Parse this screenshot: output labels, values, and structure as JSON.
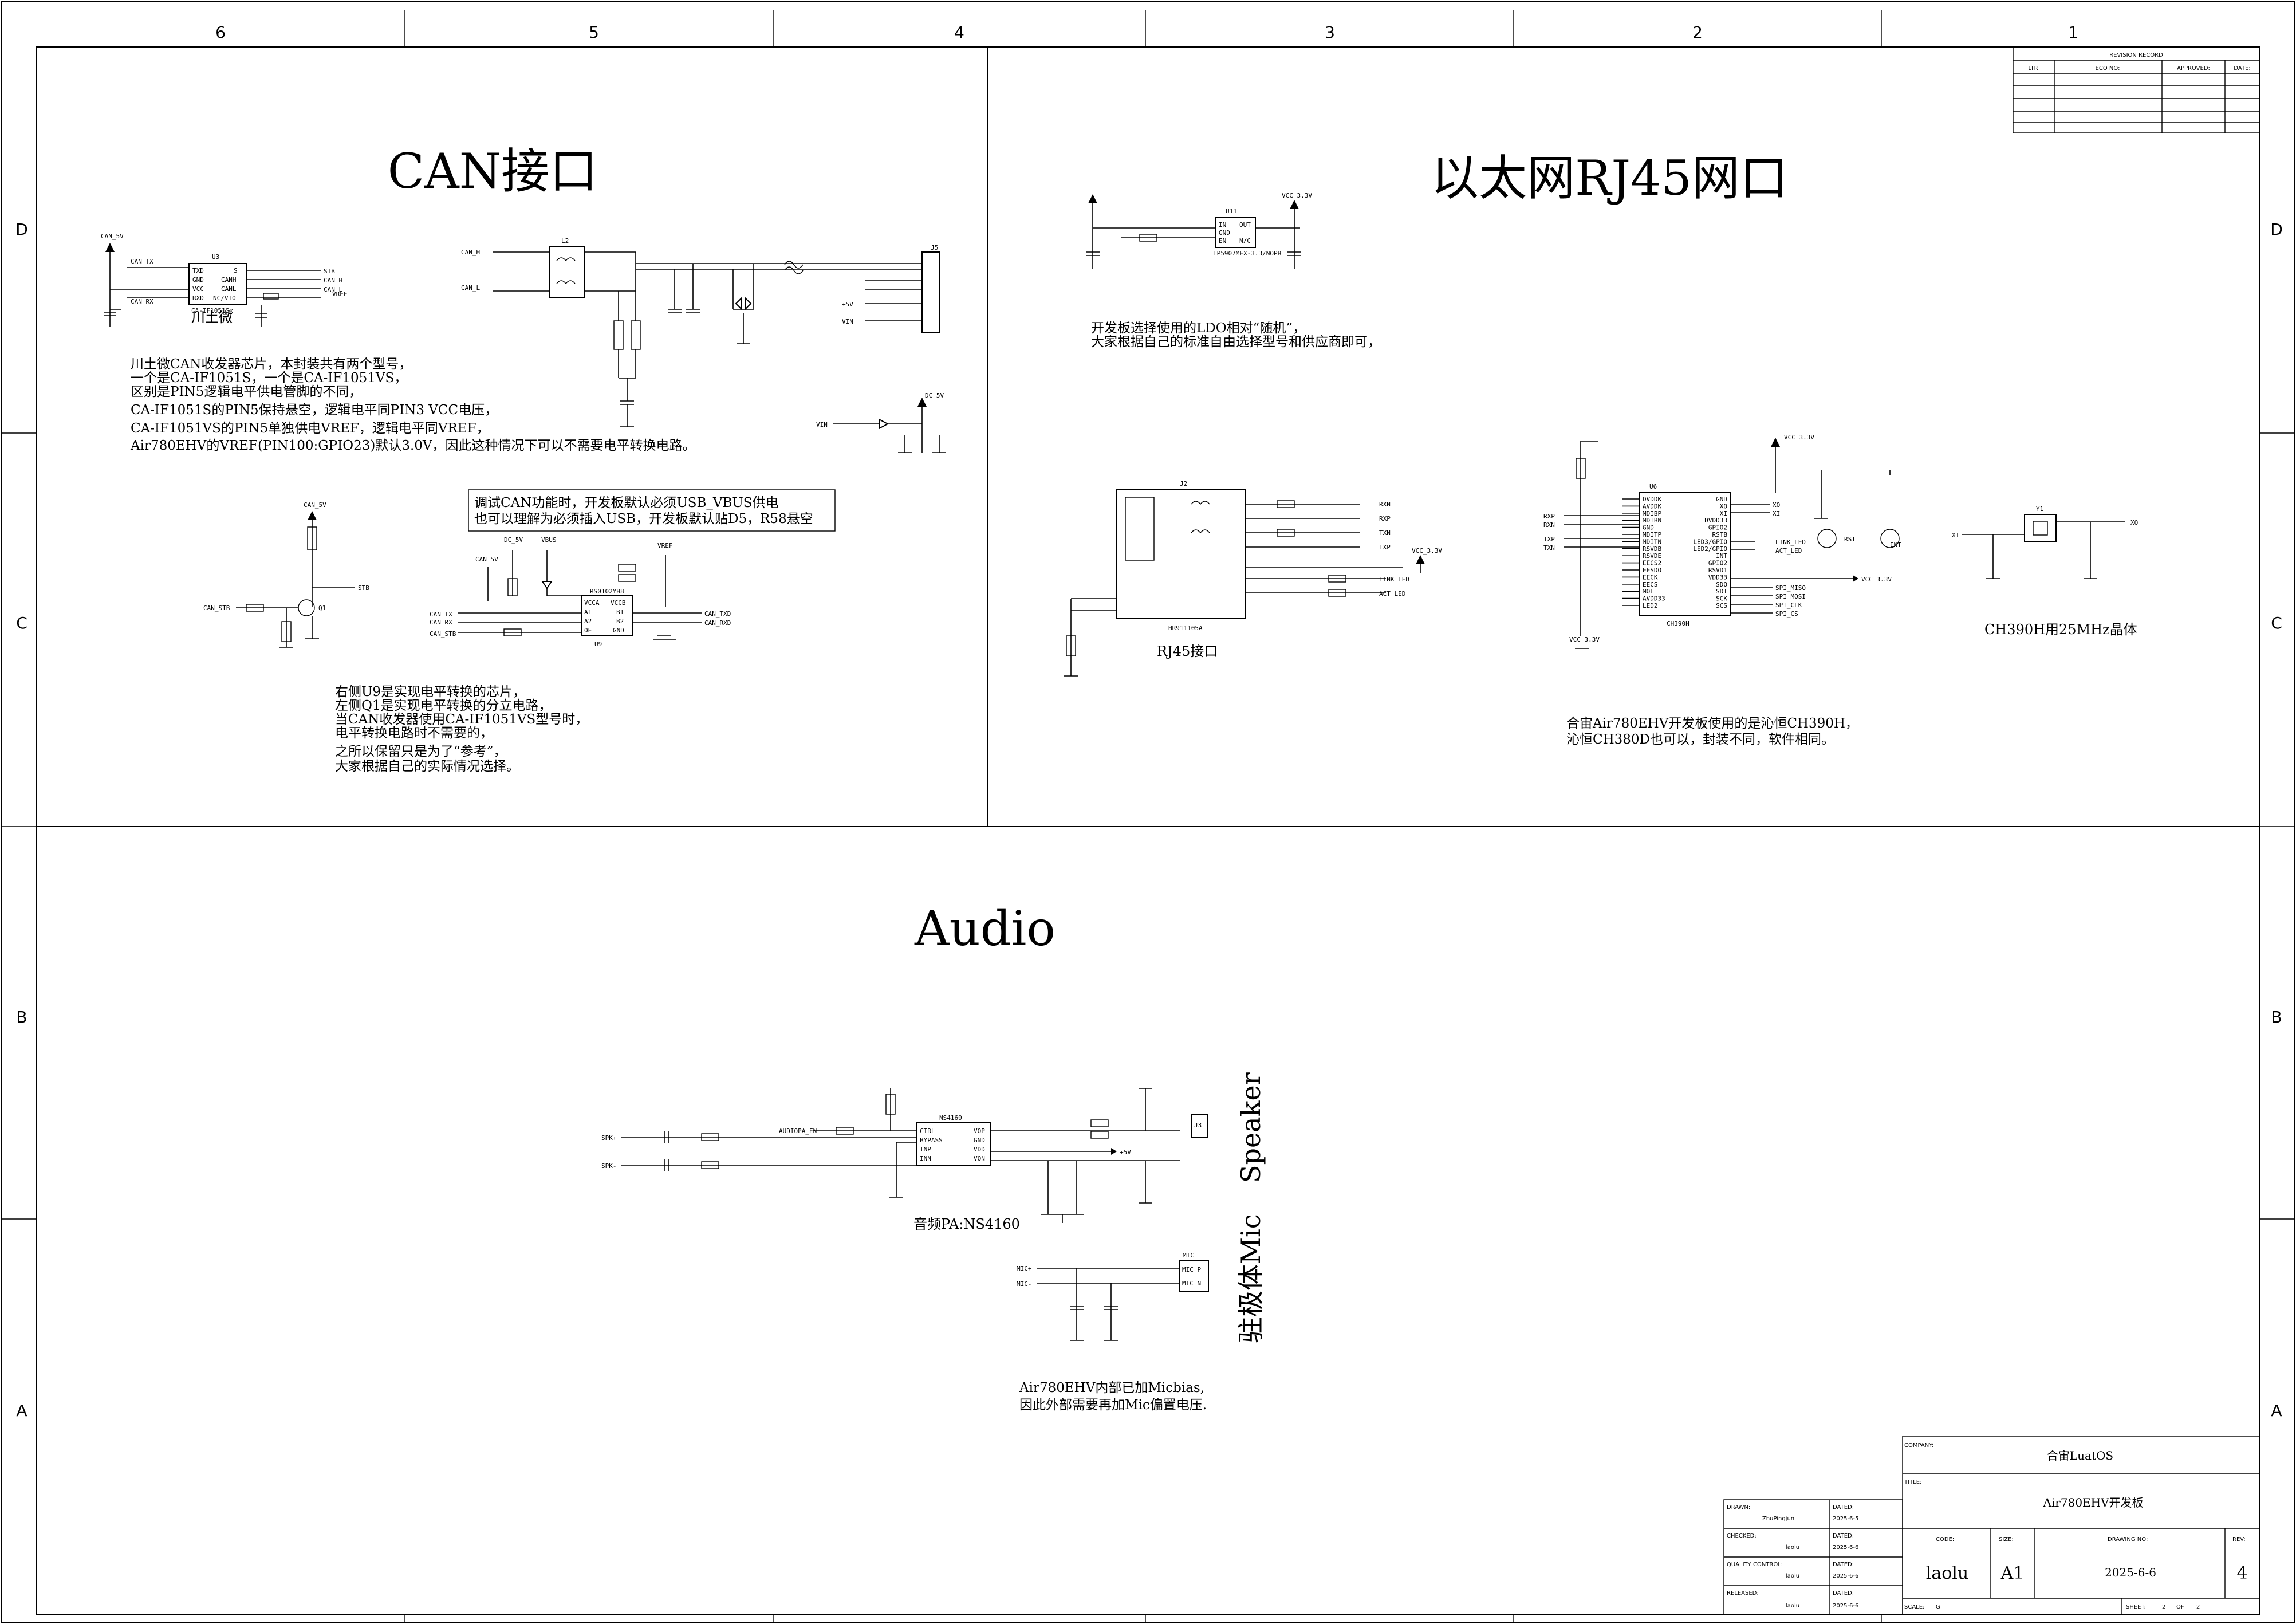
{
  "zones": {
    "columns": [
      "6",
      "5",
      "4",
      "3",
      "2",
      "1"
    ],
    "rows": [
      "D",
      "C",
      "B",
      "A"
    ]
  },
  "sections": {
    "can_title": "CAN接口",
    "eth_title": "以太网RJ45网口",
    "audio_title": "Audio"
  },
  "can": {
    "transceiver_ref": "U3",
    "transceiver_part": "CA-IF1051Sx",
    "transceiver_brand": "川土微",
    "pins_left": [
      "TXD",
      "GND",
      "VCC",
      "RXD"
    ],
    "pins_right": [
      "S",
      "CANH",
      "CANL",
      "NC/VIO"
    ],
    "net_labels": [
      "CAN_5V",
      "CAN_TX",
      "CAN_RX",
      "CAN_H",
      "CAN_L",
      "VREF"
    ],
    "notes": [
      "川土微CAN收发器芯片，本封装共有两个型号，",
      "一个是CA-IF1051S，一个是CA-IF1051VS，",
      "区别是PIN5逻辑电平供电管脚的不同，",
      "CA-IF1051S的PIN5保持悬空，逻辑电平同PIN3 VCC电压，",
      "CA-IF1051VS的PIN5单独供电VREF，逻辑电平同VREF，",
      "Air780EHV的VREF(PIN100:GPIO23)默认3.0V，因此这种情况下可以不需要电平转换电路。"
    ],
    "debug_note": [
      "调试CAN功能时，开发板默认必须USB_VBUS供电",
      "也可以理解为必须插入USB，开发板默认贴D5，R58悬空"
    ],
    "level_note": [
      "右侧U9是实现电平转换的芯片，",
      "左侧Q1是实现电平转换的分立电路，",
      "当CAN收发器使用CA-IF1051VS型号时，",
      "电平转换电路时不需要的，",
      "之所以保留只是为了“参考”，",
      "大家根据自己的实际情况选择。"
    ],
    "connector_ref": "J5",
    "choke_ref": "L2",
    "level_shifter_ref": "U9",
    "level_shifter_part": "RS0102YH8",
    "level_pins": [
      "VCCA",
      "VCCB",
      "A1",
      "B1",
      "A2",
      "B2",
      "OE",
      "GND"
    ],
    "transistor_ref": "Q1",
    "net_stb": "CAN_STB",
    "net_stb_out": "STB",
    "net_dc5v": "DC_5V",
    "net_vbus": "VBUS",
    "net_vin": "VIN",
    "net_txd": "CAN_TXD",
    "net_rxd": "CAN_RXD",
    "net_vref": "VREF",
    "net_5v": "+5V"
  },
  "ethernet": {
    "ldo_ref": "U11",
    "ldo_part": "LP5907MFX-3.3/NOPB",
    "ldo_pins": [
      "IN",
      "GND",
      "EN",
      "OUT",
      "N/C"
    ],
    "ldo_out": "VCC_3.3V",
    "ldo_note": [
      "开发板选择使用的LDO相对“随机”，",
      "大家根据自己的标准自由选择型号和供应商即可，"
    ],
    "rj45_ref": "J2",
    "rj45_part": "HR911105A",
    "rj45_label": "RJ45接口",
    "rj45_nets": [
      "RXN",
      "RXP",
      "TXN",
      "TXP"
    ],
    "rj45_led_nets": [
      "LINK_LED",
      "ACT_LED"
    ],
    "phy_ref": "U6",
    "phy_part": "CH390H",
    "phy_pins_left": [
      "DVDDK",
      "AVDDK",
      "MDIBP",
      "MDIBN",
      "GND",
      "MDITP",
      "MDITN",
      "RSVDB",
      "RSVDE",
      "EECS2",
      "EESDO",
      "EECK",
      "EECS",
      "MOL",
      "AVDD33",
      "LED2"
    ],
    "phy_pins_right": [
      "GND",
      "XO",
      "XI",
      "DVDD33",
      "GPIO2",
      "RSTB",
      "LED3/GPIO",
      "LED2/GPIO",
      "INT",
      "GPIO2",
      "RSVD1",
      "VDD33",
      "SDO",
      "SDI",
      "SCK",
      "SCS"
    ],
    "phy_nets": [
      "LINK_LED",
      "ACT_LED",
      "SPI_MISO",
      "SPI_MOSI",
      "SPI_CLK",
      "SPI_CS",
      "RST",
      "INT",
      "VCC_3.3V"
    ],
    "phy_note": [
      "合宙Air780EHV开发板使用的是沁恒CH390H，",
      "沁恒CH380D也可以，封装不同，软件相同。"
    ],
    "xtal_ref": "Y1",
    "xtal_label": "CH390H用25MHz晶体",
    "xtal_nets": [
      "XI",
      "XO"
    ]
  },
  "audio": {
    "amp_ref": "NS4160",
    "amp_pins_left": [
      "CTRL",
      "BYPASS",
      "INP",
      "INN"
    ],
    "amp_pins_right": [
      "VOP",
      "GND",
      "VDD",
      "VON"
    ],
    "amp_label": "音频PA:NS4160",
    "speaker_title": "Speaker",
    "mic_title": "驻极体Mic",
    "mic_ref": "MIC",
    "mic_pins": [
      "MIC_P",
      "MIC_N"
    ],
    "mic_note": [
      "Air780EHV内部已加Micbias,",
      "因此外部需要再加Mic偏置电压."
    ],
    "net_spkp": "SPK+",
    "net_spkn": "SPK-",
    "net_micp": "MIC+",
    "net_micn": "MIC-",
    "net_ctrl": "AUDIOPA_EN",
    "net_vbat": "+5V",
    "speaker_ref": "J3"
  },
  "revision_block": {
    "title": "REVISION RECORD",
    "headers": [
      "LTR",
      "ECO NO:",
      "APPROVED:",
      "DATE:"
    ]
  },
  "title_block": {
    "company_label": "COMPANY:",
    "company": "合宙LuatOS",
    "title_label": "TITLE:",
    "title": "Air780EHV开发板",
    "drawn_label": "DRAWN:",
    "drawn": "ZhuPingjun",
    "drawn_dated_label": "DATED:",
    "drawn_date": "2025-6-5",
    "checked_label": "CHECKED:",
    "checked": "laolu",
    "checked_dated_label": "DATED:",
    "checked_date": "2025-6-6",
    "quality_label": "QUALITY CONTROL:",
    "quality": "laolu",
    "quality_dated_label": "DATED:",
    "quality_date": "2025-6-6",
    "released_label": "RELEASED:",
    "released": "laolu",
    "released_dated_label": "DATED:",
    "released_date": "2025-6-6",
    "code_label": "CODE:",
    "code": "laolu",
    "size_label": "SIZE:",
    "size": "A1",
    "drawing_no_label": "DRAWING NO:",
    "drawing_no": "2025-6-6",
    "rev_label": "REV:",
    "rev": "4",
    "scale_label": "SCALE:",
    "scale": "G",
    "sheet_label": "SHEET:",
    "sheet": "2",
    "sheet_of_label": "OF",
    "sheet_of": "2"
  }
}
